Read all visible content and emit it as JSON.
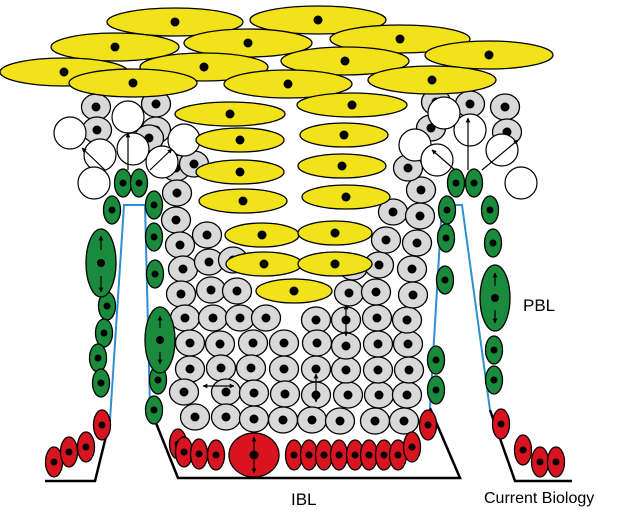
{
  "labels": {
    "pbl": "PBL",
    "ibl": "IBL",
    "source": "Current Biology"
  },
  "colors": {
    "keratinocyte": "#f2e21a",
    "suprabasal": "#d9d9d9",
    "migrating": "#ffffff",
    "peripheral_basal": "#1a8a3c",
    "basal": "#d7141f",
    "membrane": "#2f8fd0",
    "nucleus": "#000000"
  }
}
